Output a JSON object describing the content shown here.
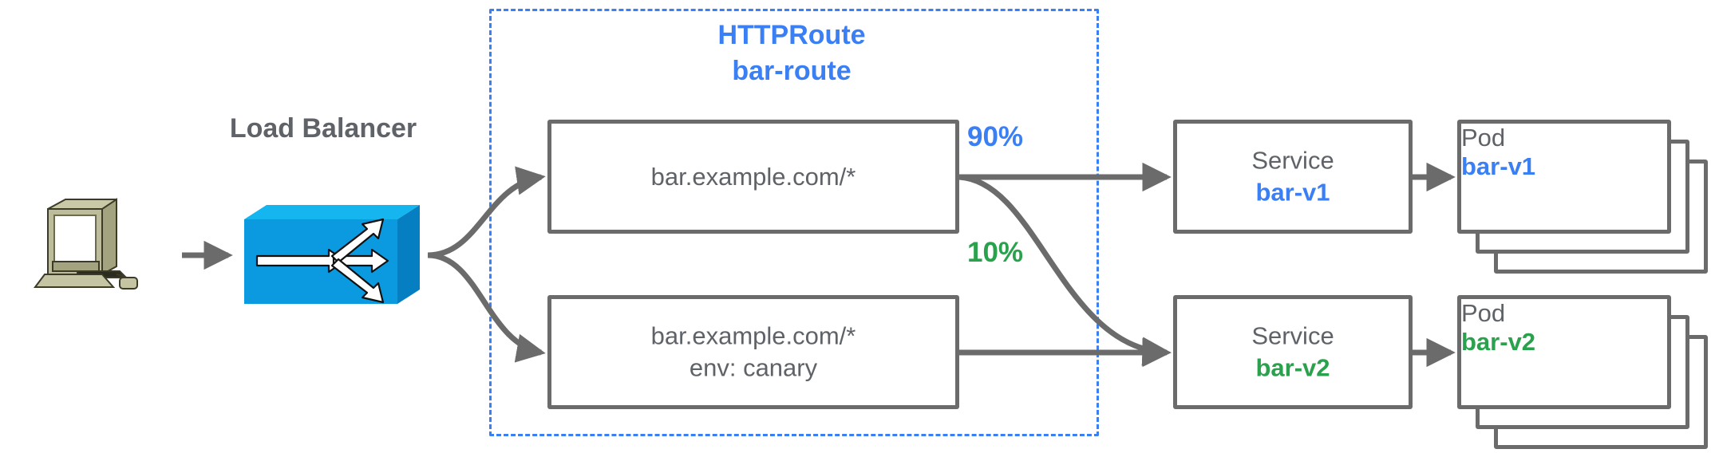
{
  "diagram": {
    "title": "HTTPRoute traffic splitting canary diagram",
    "colors": {
      "blue": "#3b7ff5",
      "green": "#2aa14c",
      "gray": "#5f6368",
      "outline": "#6b6b6b",
      "lb_body": "#0b9ae0",
      "computer_case": "#b5b593"
    }
  },
  "client": {
    "icon": "desktop-computer-icon"
  },
  "load_balancer": {
    "label": "Load Balancer",
    "icon": "load-balancer-icon"
  },
  "http_route": {
    "kind_label": "HTTPRoute",
    "name_label": "bar-route"
  },
  "rules": [
    {
      "id": "rule-primary",
      "match": "bar.example.com/*",
      "header": "",
      "weight_label": "90%",
      "weight_color": "#3b7ff5"
    },
    {
      "id": "rule-canary",
      "match": "bar.example.com/*",
      "header": "env: canary",
      "weight_label": "10%",
      "weight_color": "#2aa14c"
    }
  ],
  "services": [
    {
      "id": "service-bar-v1",
      "kind": "Service",
      "name": "bar-v1",
      "name_color": "#3b7ff5"
    },
    {
      "id": "service-bar-v2",
      "kind": "Service",
      "name": "bar-v2",
      "name_color": "#2aa14c"
    }
  ],
  "pods": [
    {
      "id": "pod-bar-v1",
      "kind": "Pod",
      "name": "bar-v1",
      "name_color": "#3b7ff5",
      "replicas": 3
    },
    {
      "id": "pod-bar-v2",
      "kind": "Pod",
      "name": "bar-v2",
      "name_color": "#2aa14c",
      "replicas": 3
    }
  ]
}
